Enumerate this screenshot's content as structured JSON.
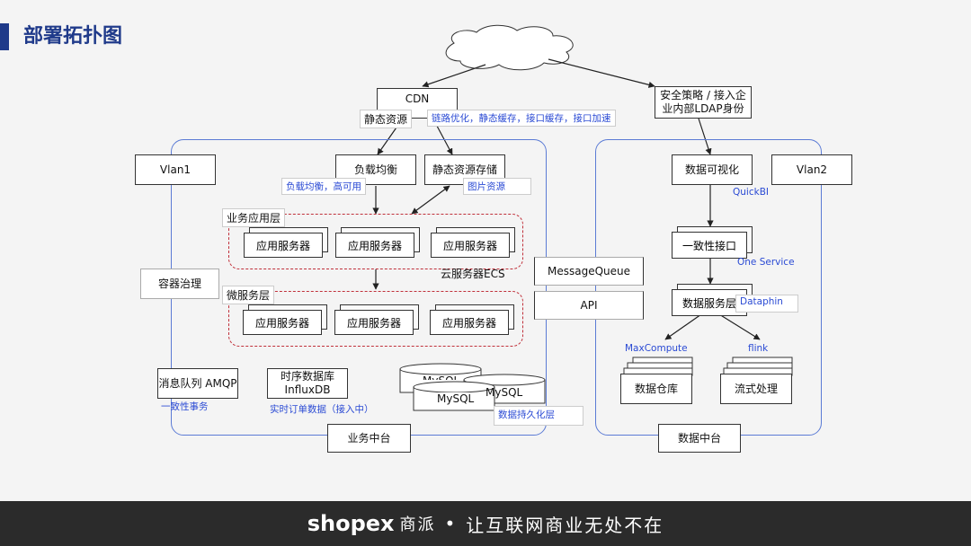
{
  "title": "部署拓扑图",
  "cdn": {
    "label": "CDN",
    "static": "静态资源",
    "note": "链路优化，静态缓存，接口缓存，接口加速"
  },
  "security": "安全策略 / 接入企业内部LDAP身份",
  "left": {
    "vlan": "Vlan1",
    "lb": "负载均衡",
    "lb_note": "负载均衡，高可用",
    "storage": "静态资源存储",
    "storage_note": "图片资源",
    "biz_layer": "业务应用层",
    "app_servers_top": [
      "应用服务器",
      "应用服务器",
      "应用服务器"
    ],
    "ecs": "云服务器ECS",
    "container": "容器治理",
    "micro_layer": "微服务层",
    "app_servers_bottom": [
      "应用服务器",
      "应用服务器",
      "应用服务器"
    ],
    "mq": "消息队列 AMQP",
    "mq_note": "一致性事务",
    "tsdb": "时序数据库 InfluxDB",
    "tsdb_note": "实时订单数据（接入中）",
    "mysql": [
      "MySQL",
      "MySQL",
      "MySQL"
    ],
    "persist_note": "数据持久化层",
    "region_label": "业务中台"
  },
  "middle": {
    "mq": "MessageQueue",
    "api": "API"
  },
  "right": {
    "vlan": "Vlan2",
    "viz": "数据可视化",
    "viz_note": "QuickBI",
    "consistency": "一致性接口",
    "consistency_note": "One Service",
    "service": "数据服务层",
    "service_note": "Dataphin",
    "maxcompute": "MaxCompute",
    "flink": "flink",
    "warehouse": "数据仓库",
    "stream": "流式处理",
    "region_label": "数据中台"
  },
  "footer": {
    "brand": "shopex",
    "brand_cn": "商派",
    "slogan": "让互联网商业无处不在"
  }
}
